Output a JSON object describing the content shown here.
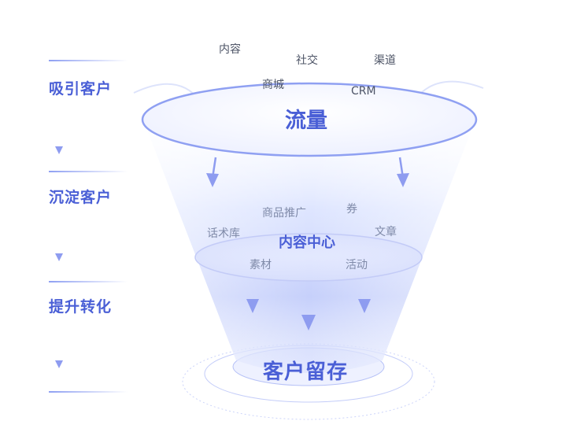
{
  "stages": [
    {
      "label": "吸引客户"
    },
    {
      "label": "沉淀客户"
    },
    {
      "label": "提升转化"
    }
  ],
  "top_layer": {
    "title": "流量",
    "channels": [
      "内容",
      "社交",
      "渠道",
      "商城",
      "CRM"
    ]
  },
  "middle_layer": {
    "title": "内容中心",
    "items": [
      "商品推广",
      "券",
      "话术库",
      "文章",
      "素材",
      "活动"
    ]
  },
  "bottom_layer": {
    "title": "客户留存"
  },
  "colors": {
    "accent": "#4a5fd6",
    "rim": "#8fa0f2",
    "arrow": "#8e9cf0",
    "divider": "#c8d0f7"
  }
}
